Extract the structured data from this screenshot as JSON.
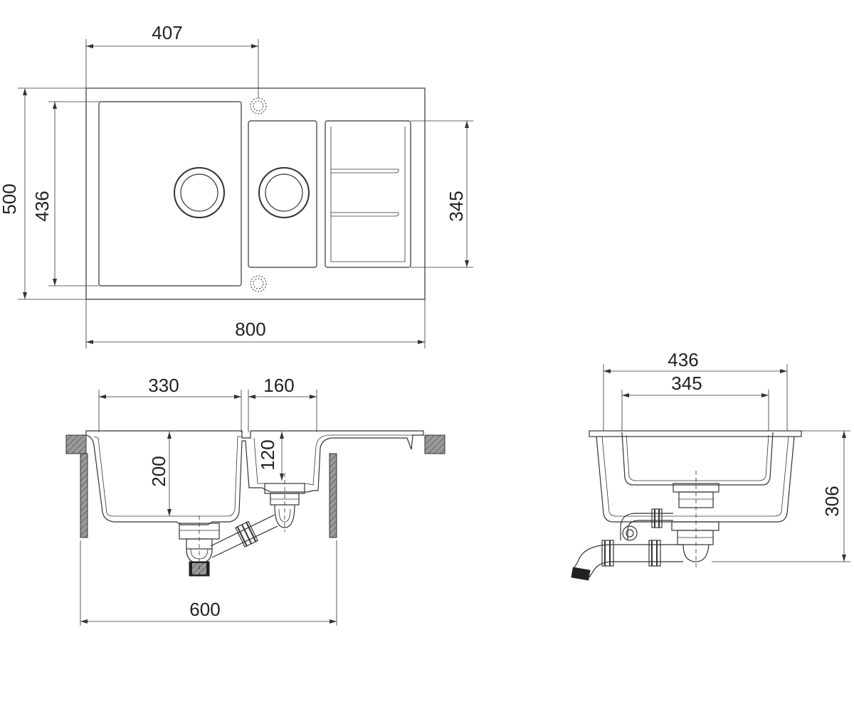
{
  "dimensions": {
    "top_width_drain": "407",
    "total_height": "500",
    "bowl_height": "436",
    "small_bowl_height": "345",
    "total_width": "800",
    "main_bowl_width": "330",
    "small_bowl_width": "160",
    "main_bowl_depth": "200",
    "small_bowl_depth": "120",
    "cabinet_width": "600",
    "side_bowl_width": "436",
    "side_inner_width": "345",
    "side_depth": "306"
  },
  "colors": {
    "line": "#333333",
    "hatch": "#8a8a8a",
    "background": "#ffffff"
  }
}
